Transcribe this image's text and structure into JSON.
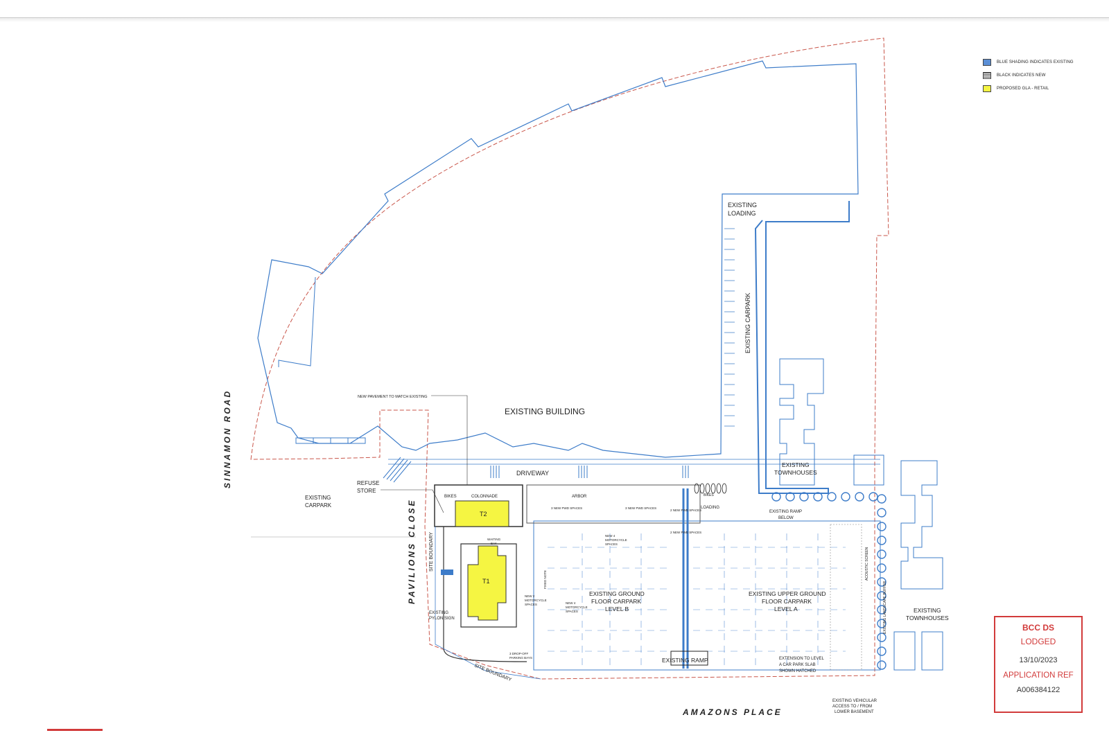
{
  "legend": [
    {
      "label": "BLUE SHADING INDICATES EXISTING",
      "color": "#5b8fd6"
    },
    {
      "label": "BLACK INDICATES NEW",
      "color": "#7a7a7a"
    },
    {
      "label": "PROPOSED GLA - RETAIL",
      "color": "#f5f542"
    }
  ],
  "colors": {
    "existing": "#3d7cc9",
    "boundary": "#c9564a",
    "retail": "#f5f542",
    "stamp": "#d23a3a"
  },
  "labels": {
    "sinnamon_road": "SINNAMON ROAD",
    "pavilions_close": "PAVILIONS CLOSE",
    "amazons_place": "AMAZONS PLACE",
    "existing_building": "EXISTING BUILDING",
    "existing_loading_1": "EXISTING",
    "existing_loading_2": "LOADING",
    "existing_carpark_vertical": "EXISTING CARPARK",
    "existing_carpark_left_1": "EXISTING",
    "existing_carpark_left_2": "CARPARK",
    "new_pavement": "NEW PAVEMENT TO MATCH EXISTING",
    "refuse_1": "REFUSE",
    "refuse_2": "STORE",
    "driveway": "DRIVEWAY",
    "bikes": "BIKES",
    "colonnade": "COLONNADE",
    "arbor": "ARBOR",
    "t2": "T2",
    "t1": "T1",
    "site_boundary_vertical": "SITE BOUNDARY",
    "site_boundary_diag": "SITE BOUNDARY",
    "pylon_1": "EXISTING",
    "pylon_2": "PYLON SIGN",
    "ground_carpark_1": "EXISTING GROUND",
    "ground_carpark_2": "FLOOR CARPARK",
    "ground_carpark_3": "LEVEL B",
    "upper_carpark_1": "EXISTING UPPER GROUND",
    "upper_carpark_2": "FLOOR CARPARK",
    "upper_carpark_3": "LEVEL A",
    "existing_ramp": "EXISTING RAMP",
    "existing_ramp_below_1": "EXISTING RAMP",
    "existing_ramp_below_2": "BELOW",
    "loading": "LOADING",
    "bikes_right": "BIKES",
    "townhouses_top_1": "EXISTING",
    "townhouses_top_2": "TOWNHOUSES",
    "townhouses_right_1": "EXISTING",
    "townhouses_right_2": "TOWNHOUSES",
    "extension_1": "EXTENSION TO LEVEL",
    "extension_2": "A CAR PARK SLAB",
    "extension_3": "SHOWN HATCHED",
    "vehicular_1": "EXISTING VEHICULAR",
    "vehicular_2": "ACCESS TO / FROM",
    "vehicular_3": "LOWER BASEMENT",
    "acoustic_screen": "ACOUSTIC SCREEN",
    "landscape_buffer": "EXISTING LANDSCAPE BUFFER",
    "new_pwd_1": "3 NEW PWD SPACES",
    "new_pwd_2": "3 NEW PWD SPACES",
    "new_pwd_3": "2 NEW PWD SPACES",
    "new_pwd_4": "2 NEW PWD SPACES",
    "motorcycle_1": "NEW 4",
    "motorcycle_2": "MOTORCYCLE",
    "motorcycle_3": "SPACES",
    "waiting_bay_1": "WAITING",
    "waiting_bay_2": "BAY",
    "pickup_bays_1": "3 DROP-OFF",
    "pickup_bays_2": "PARKING BAYS",
    "new_moto_1": "NEW 2",
    "new_moto_2": "MOTORCYCLE",
    "new_moto_3": "SPACES",
    "new_moto_b_1": "NEW 4",
    "new_moto_b_2": "MOTORCYCLE",
    "new_moto_b_3": "SPACES",
    "fixed_note": "FIXED NOTE"
  },
  "stamp": {
    "line1": "BCC DS",
    "line2": "LODGED",
    "date": "13/10/2023",
    "line4": "APPLICATION REF",
    "ref": "A006384122"
  }
}
